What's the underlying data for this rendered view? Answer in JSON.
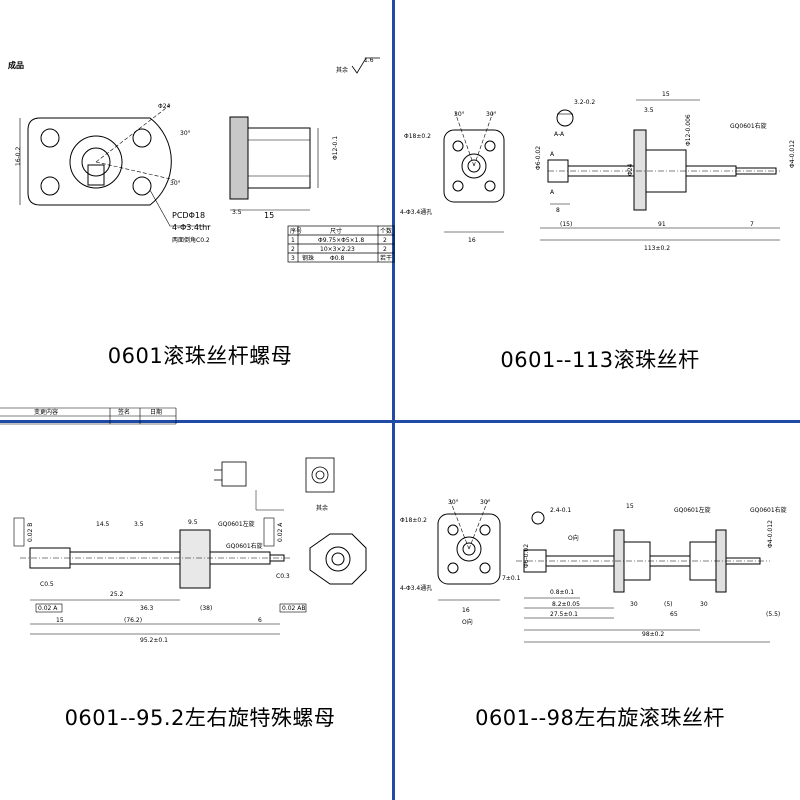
{
  "panels": {
    "p1": {
      "caption": "0601滚珠丝杆螺母",
      "corner_label": "成品",
      "roughness_label": "其余",
      "roughness_value": "1.6",
      "dims": {
        "height": "16-0.2",
        "bore": "Φ24",
        "angle1": "30°",
        "angle2": "30°",
        "dia12": "Φ12-0.1",
        "len35": "3.5",
        "len15": "15",
        "pcd": "PCDΦ18",
        "holes": "4-Φ3.4thr",
        "chamfer": "两面倒角C0.2"
      },
      "table": {
        "headers": [
          "序号",
          "尺寸",
          "个数"
        ],
        "rows": [
          [
            "1",
            "Φ9.75×Φ5×1.8",
            "2"
          ],
          [
            "2",
            "10×3×2.23",
            "2"
          ],
          [
            "3",
            "钢珠",
            "Φ0.8",
            "若干"
          ]
        ]
      }
    },
    "p2": {
      "caption": "0601--113滚珠丝杆",
      "dims": {
        "d15": "15",
        "d35": "3.5",
        "d32": "3.2-0.2",
        "aa": "A-A",
        "thread": "GQ0601右旋",
        "ang1": "30°",
        "ang2": "30°",
        "d18": "Φ18±0.2",
        "holes": "4-Φ3.4通孔",
        "d16": "16",
        "d24": "Φ24",
        "d6": "Φ6-0.02",
        "d12": "Φ12-0.006",
        "d4": "Φ4-0.012",
        "d8": "8",
        "d15p": "(15)",
        "d91": "91",
        "d7": "7",
        "d113": "113±0.2",
        "a1": "A",
        "a2": "A"
      }
    },
    "p3": {
      "caption": "0601--95.2左右旋特殊螺母",
      "header_cells": [
        "变更内容",
        "签名",
        "日期"
      ],
      "dims": {
        "l145": "14.5",
        "l35a": "3.5",
        "l95": "9.5",
        "l6": "6",
        "l36": "36.3",
        "l252": "25.2",
        "l76": "(76.2)",
        "l38": "(38)",
        "l15": "15",
        "l952": "95.2±0.1",
        "t1": "GQ0601左旋",
        "t2": "GQ0601右旋",
        "tol1": "0.02 B",
        "tol2": "0.02 A",
        "tol3": "0.02 AB",
        "tol4": "0.02 A",
        "c05": "C0.5",
        "c03": "C0.3",
        "ref": "其余"
      }
    },
    "p4": {
      "caption": "0601--98左右旋滚珠丝杆",
      "dims": {
        "ang1": "30°",
        "ang2": "30°",
        "d18": "Φ18±0.2",
        "holes": "4-Φ3.4通孔",
        "d16": "16",
        "orient": "O向",
        "d24": "2.4-0.1",
        "d15": "15",
        "t1": "GQ0601左旋",
        "t2": "GQ0601右旋",
        "d6": "Φ6-0.02",
        "d4": "Φ4-0.012",
        "o": "O向",
        "d7": "7±0.1",
        "d08": "0.8±0.1",
        "d82": "8.2±0.05",
        "d30a": "30",
        "d5": "(5)",
        "d30b": "30",
        "d275": "27.5±0.1",
        "d65": "65",
        "d55": "(5.5)",
        "d98": "98±0.2"
      }
    }
  }
}
